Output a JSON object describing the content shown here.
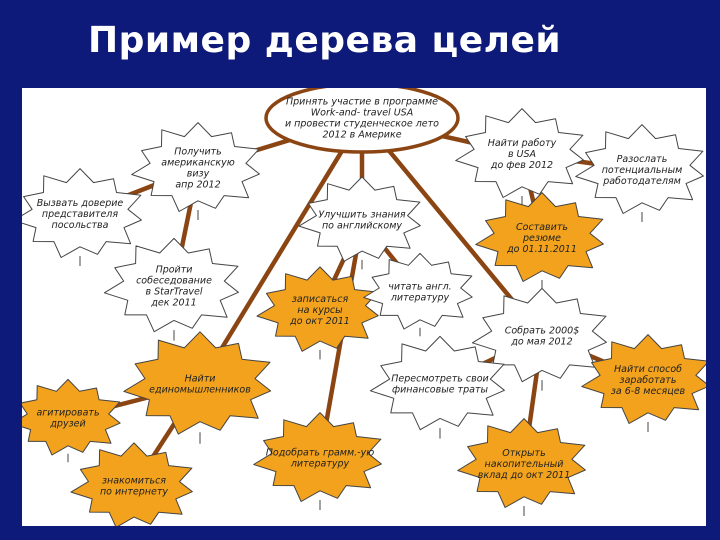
{
  "title": "Пример дерева целей",
  "colors": {
    "background": "#0d1a7a",
    "canvas": "#ffffff",
    "branch": "#8b4513",
    "leaf_orange": "#f2a21c",
    "leaf_white": "#ffffff",
    "leaf_outline": "#444444"
  },
  "diagram": {
    "root": {
      "lines": [
        "Принять участие в программе",
        "Work-and- travel USA",
        "и провести студенческое лето",
        "2012 в Америке"
      ]
    },
    "nodes": [
      {
        "id": "visa",
        "fill": "white",
        "lines": [
          "Получить",
          "американскую",
          "визу",
          "апр 2012"
        ]
      },
      {
        "id": "embassy",
        "fill": "white",
        "lines": [
          "Вызвать доверие",
          "представителя",
          "посольства"
        ]
      },
      {
        "id": "interview",
        "fill": "white",
        "lines": [
          "Пройти",
          "собеседование",
          "в StarTravel",
          "дек 2011"
        ]
      },
      {
        "id": "english",
        "fill": "white",
        "lines": [
          "Улучшить знания",
          "по английскому"
        ]
      },
      {
        "id": "courses",
        "fill": "orange",
        "lines": [
          "записаться",
          "на курсы",
          "до окт 2011"
        ]
      },
      {
        "id": "reading",
        "fill": "white",
        "lines": [
          "читать англ.",
          "литературу"
        ]
      },
      {
        "id": "job",
        "fill": "white",
        "lines": [
          "Найти работу",
          "в USA",
          "до фев 2012"
        ]
      },
      {
        "id": "employers",
        "fill": "white",
        "lines": [
          "Разослать",
          "потенциальным",
          "работодателям"
        ]
      },
      {
        "id": "resume",
        "fill": "orange",
        "lines": [
          "Составить",
          "резюме",
          "до 01.11.2011"
        ]
      },
      {
        "id": "money",
        "fill": "white",
        "lines": [
          "Собрать 2000$",
          "до мая 2012"
        ]
      },
      {
        "id": "income",
        "fill": "orange",
        "lines": [
          "Найти способ",
          "заработать",
          "за 6-8 месяцев"
        ]
      },
      {
        "id": "expenses",
        "fill": "white",
        "lines": [
          "Пересмотреть свои",
          "финансовые траты"
        ]
      },
      {
        "id": "savings",
        "fill": "orange",
        "lines": [
          "Открыть",
          "накопительный",
          "вклад до окт 2011"
        ]
      },
      {
        "id": "friends",
        "fill": "orange",
        "lines": [
          "Найти",
          "единомышленников"
        ]
      },
      {
        "id": "invite",
        "fill": "orange",
        "lines": [
          "агитировать",
          "друзей"
        ]
      },
      {
        "id": "meet",
        "fill": "orange",
        "lines": [
          "знакомиться",
          "по интернету"
        ]
      },
      {
        "id": "literature",
        "fill": "orange",
        "lines": [
          "Подобрать грамм.-ую",
          "литературу"
        ]
      }
    ]
  }
}
